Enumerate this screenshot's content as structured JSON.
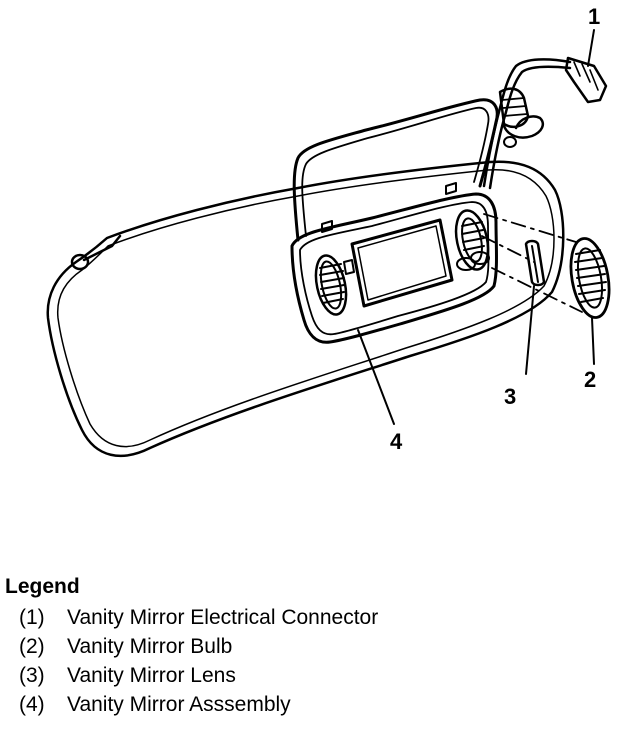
{
  "diagram": {
    "callouts": {
      "c1": "1",
      "c2": "2",
      "c3": "3",
      "c4": "4"
    }
  },
  "legend": {
    "title": "Legend",
    "items": [
      {
        "num": "(1)",
        "label": "Vanity Mirror Electrical Connector"
      },
      {
        "num": "(2)",
        "label": "Vanity Mirror Bulb"
      },
      {
        "num": "(3)",
        "label": "Vanity Mirror Lens"
      },
      {
        "num": "(4)",
        "label": "Vanity Mirror Asssembly"
      }
    ]
  }
}
